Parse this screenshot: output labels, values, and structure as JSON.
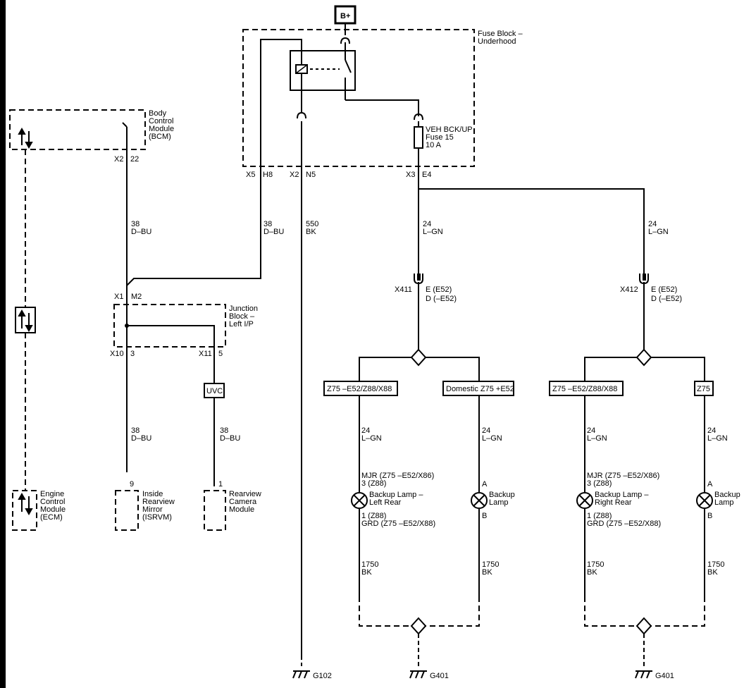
{
  "supply": {
    "label": "B+"
  },
  "fuse_block": {
    "line1": "Fuse Block –",
    "line2": "Underhood"
  },
  "fuse": {
    "line1": "VEH BCK/UP",
    "line2": "Fuse 15",
    "line3": "10 A"
  },
  "bcm": {
    "line1": "Body",
    "line2": "Control",
    "line3": "Module",
    "line4": "(BCM)"
  },
  "junction_block": {
    "line1": "Junction",
    "line2": "Block –",
    "line3": "Left I/P"
  },
  "ecm": {
    "line1": "Engine",
    "line2": "Control",
    "line3": "Module",
    "line4": "(ECM)"
  },
  "isrvm": {
    "line1": "Inside",
    "line2": "Rearview",
    "line3": "Mirror",
    "line4": "(ISRVM)"
  },
  "rcm": {
    "line1": "Rearview",
    "line2": "Camera",
    "line3": "Module"
  },
  "connectors": {
    "bcm_x2": "X2",
    "bcm_22": "22",
    "fb_x5": "X5",
    "fb_h8": "H8",
    "fb_x2": "X2",
    "fb_n5": "N5",
    "fb_x3": "X3",
    "fb_e4": "E4",
    "jb_x1": "X1",
    "jb_m2": "M2",
    "jb_x10": "X10",
    "jb_3": "3",
    "jb_x11": "X11",
    "jb_5": "5",
    "isrvm_9": "9",
    "rcm_1": "1",
    "x411": "X411",
    "x412": "X412",
    "e52_on": "E (E52)",
    "e52_off": "D (–E52)"
  },
  "wires": {
    "w38": "38",
    "dbu": "D–BU",
    "w550": "550",
    "bk": "BK",
    "w24": "24",
    "lgn": "L–GN",
    "w1750": "1750"
  },
  "options": {
    "left_a": "Z75 –E52/Z88/X88",
    "left_b": "Domestic Z75 +E52",
    "right_a": "Z75 –E52/Z88/X88",
    "right_b": "Z75",
    "uvc": "UVC"
  },
  "lamps": {
    "mjr": "MJR (Z75 –E52/X86)",
    "z88_3": "3 (Z88)",
    "z88_1": "1 (Z88)",
    "grd": "GRD (Z75 –E52/X88)",
    "left_rear_1": "Backup Lamp –",
    "left_rear_2": "Left Rear",
    "right_rear_1": "Backup Lamp –",
    "right_rear_2": "Right Rear",
    "backup_1": "Backup",
    "backup_2": "Lamp",
    "pin_a": "A",
    "pin_b": "B"
  },
  "grounds": {
    "g102": "G102",
    "g401a": "G401",
    "g401b": "G401"
  }
}
